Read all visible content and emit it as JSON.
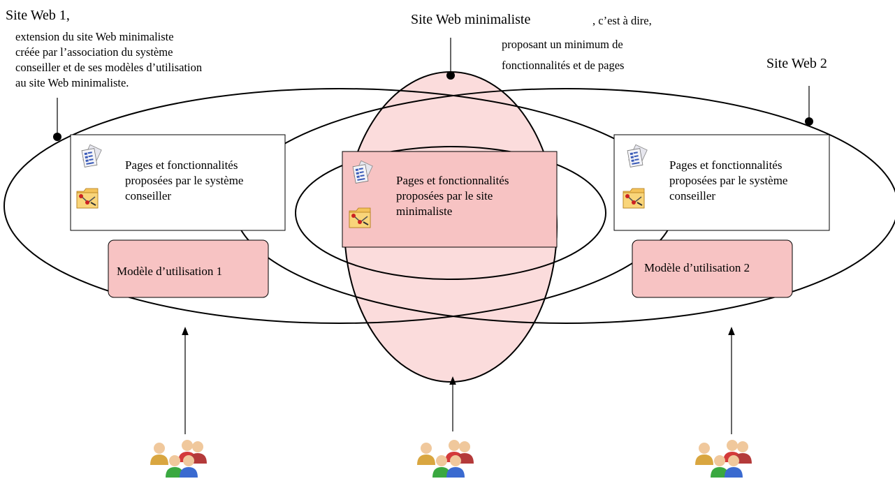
{
  "labels": {
    "site1_title": "Site Web 1,",
    "site1_desc": "extension du site Web minimaliste\ncréée par l’association du système\nconseiller et de ses modèles d’utilisation\nau site Web minimaliste.",
    "minimal_title": "Site Web minimaliste",
    "minimal_suffix": ", c’est à dire,",
    "minimal_desc": "proposant un minimum de\nfonctionnalités et de pages",
    "site2_title": "Site Web 2"
  },
  "boxes": {
    "left_pages": "Pages et fonctionnalités\nproposées par le système\nconseiller",
    "center_pages": "Pages et fonctionnalités\nproposées par le site\nminimaliste",
    "right_pages": "Pages et fonctionnalités\nproposées par le système\nconseiller",
    "model1": "Modèle d’utilisation 1",
    "model2": "Modèle d’utilisation 2"
  },
  "colors": {
    "pink_fill": "#fbdcdc",
    "pink_box": "#f7c3c3",
    "line": "#000000"
  },
  "icons": [
    "document-icon",
    "folder-tools-icon",
    "users-group-icon"
  ]
}
